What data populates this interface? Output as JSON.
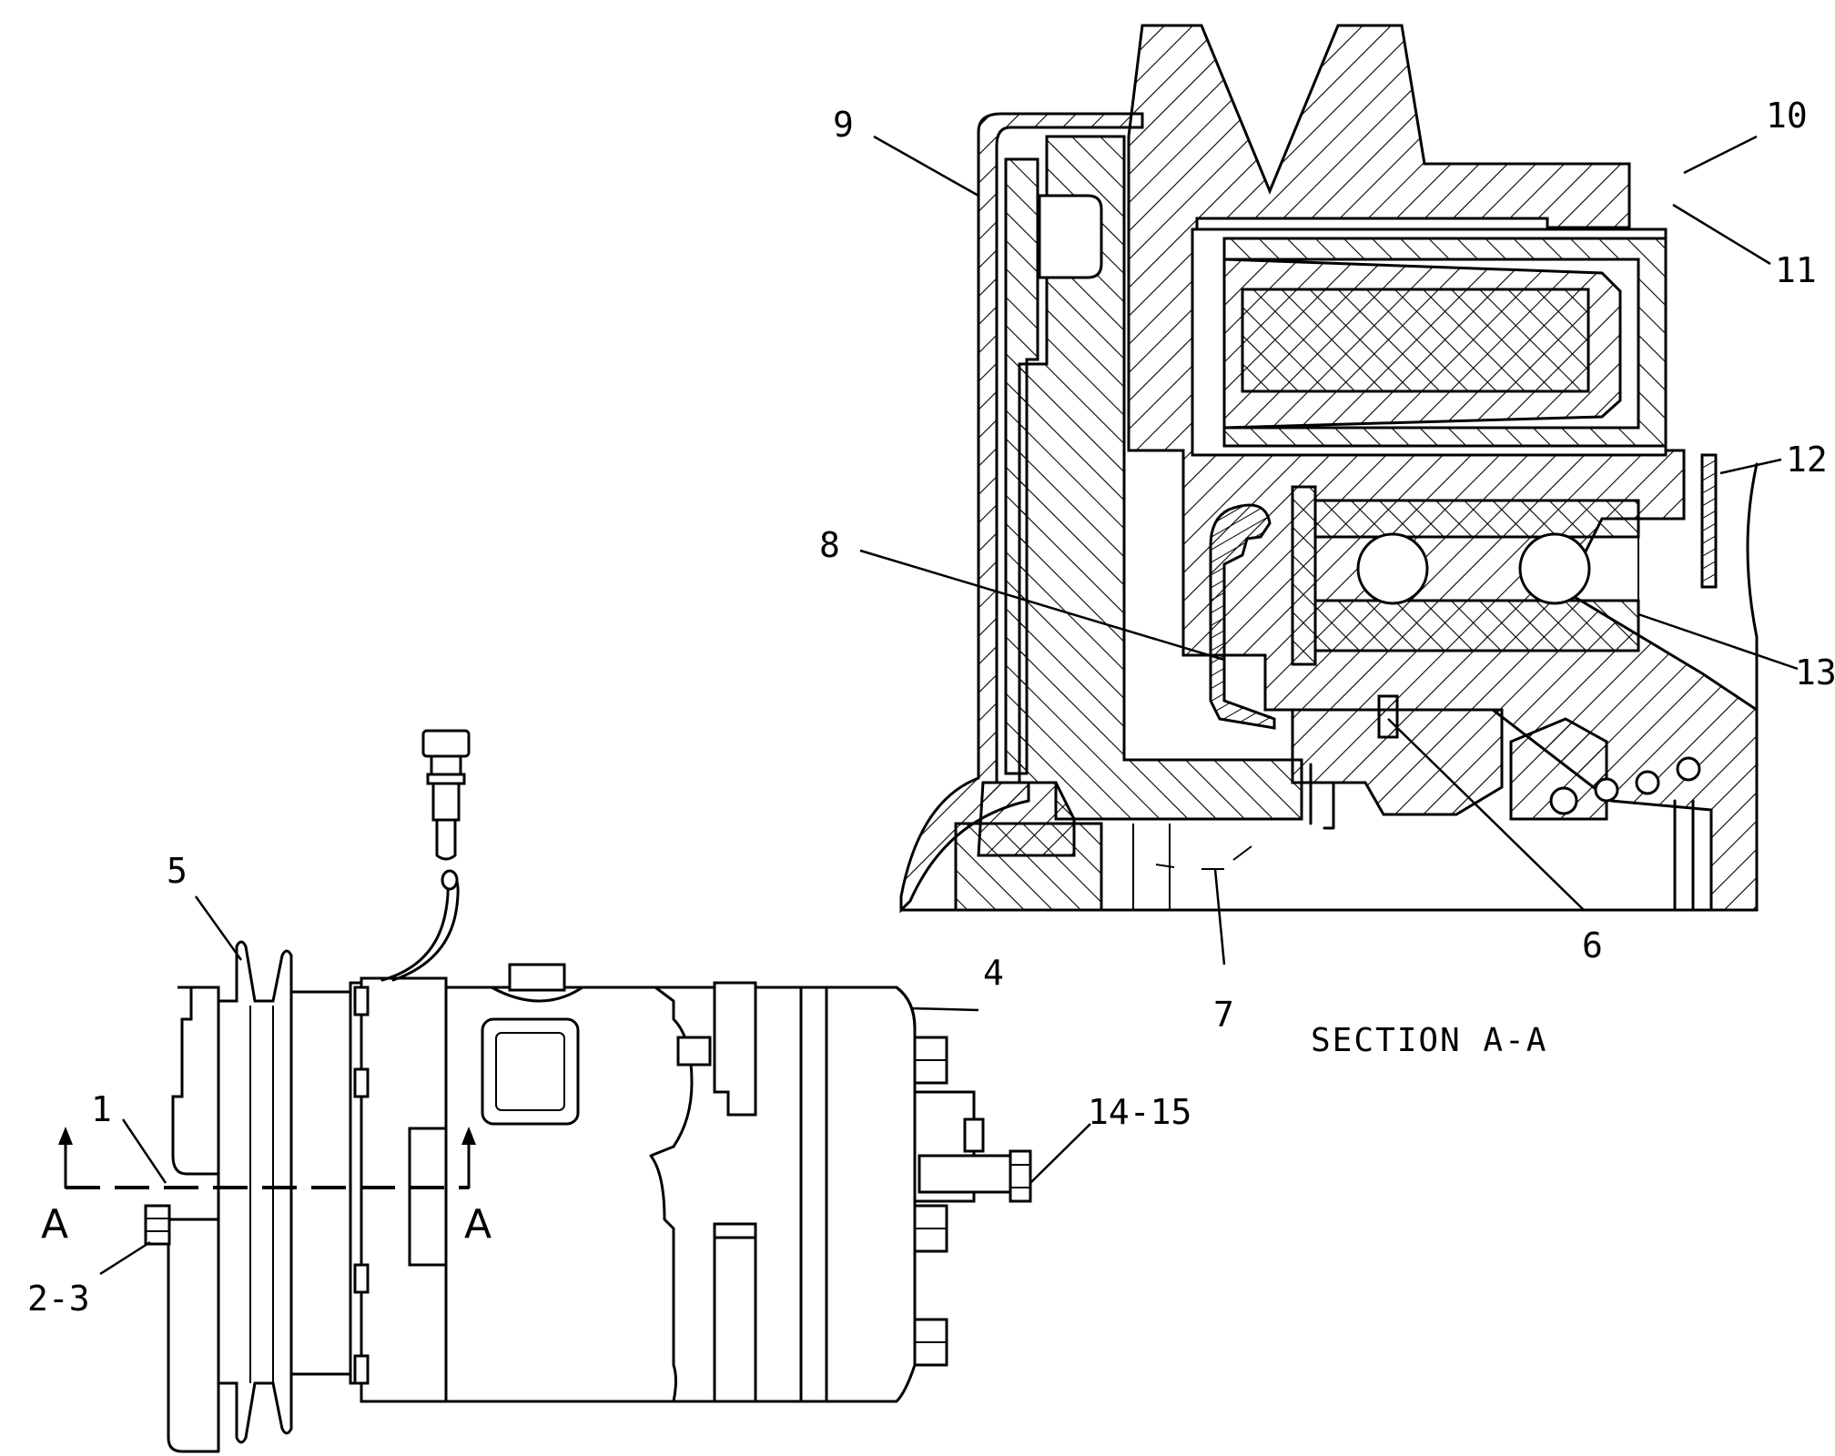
{
  "callouts": {
    "c1": "1",
    "c2_3": "2-3",
    "c4": "4",
    "c5": "5",
    "c6": "6",
    "c7": "7",
    "c8": "8",
    "c9": "9",
    "c10": "10",
    "c11": "11",
    "c12": "12",
    "c13": "13",
    "c14_15": "14-15"
  },
  "section_title": "SECTION A-A",
  "cut_marker_left": "A",
  "cut_marker_right": "A"
}
